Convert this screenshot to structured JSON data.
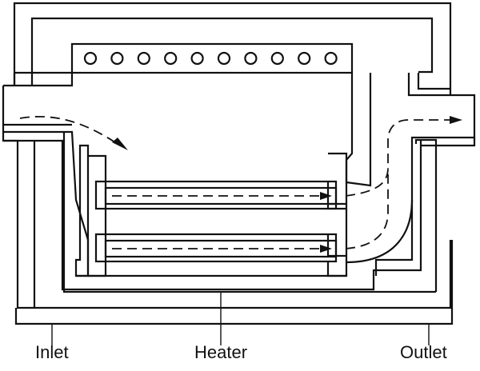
{
  "diagram": {
    "labels": {
      "inlet": "Inlet",
      "heater": "Heater",
      "outlet": "Outlet"
    },
    "components": {
      "heater_holes_count": 10,
      "heater_channels": 2,
      "flow_arrows": [
        "inlet-flow-arrow",
        "channel-1-flow-arrow",
        "channel-2-flow-arrow",
        "outlet-flow-arrow"
      ]
    },
    "colors": {
      "stroke": "#111111",
      "background": "#ffffff"
    }
  }
}
